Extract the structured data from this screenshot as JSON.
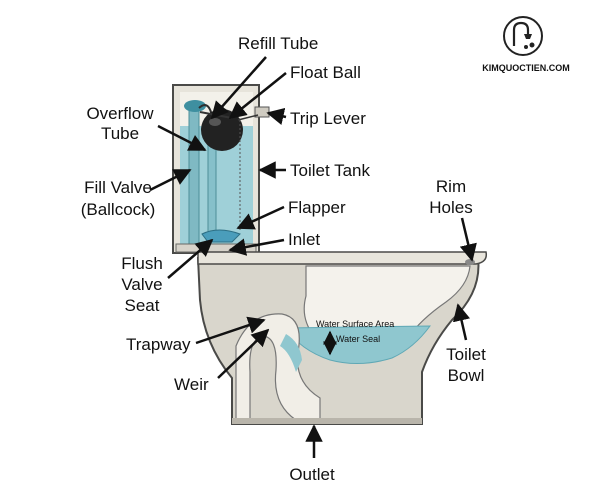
{
  "brand": {
    "name": "KIMQUOCTIEN.COM",
    "logo_icon": "kimquoctien-logo-icon"
  },
  "colors": {
    "water": "#8fc7cf",
    "water_dark": "#5fa8b5",
    "porcelain": "#dedbd2",
    "porcelain_shadow": "#b9b5ab",
    "outline": "#4a4a48",
    "tank_inner": "#b9dfe4"
  },
  "labels": {
    "refill_tube": "Refill Tube",
    "float_ball": "Float Ball",
    "overflow_tube_1": "Overflow",
    "overflow_tube_2": "Tube",
    "trip_lever": "Trip Lever",
    "toilet_tank": "Toilet Tank",
    "fill_valve_1": "Fill Valve",
    "fill_valve_2": "(Ballcock)",
    "flapper": "Flapper",
    "inlet": "Inlet",
    "rim_holes_1": "Rim",
    "rim_holes_2": "Holes",
    "flush_valve_1": "Flush",
    "flush_valve_2": "Valve",
    "flush_valve_3": "Seat",
    "trapway": "Trapway",
    "weir": "Weir",
    "water_surface_area": "Water Surface Area",
    "water_seal": "Water Seal",
    "toilet_bowl_1": "Toilet",
    "toilet_bowl_2": "Bowl",
    "outlet": "Outlet"
  }
}
